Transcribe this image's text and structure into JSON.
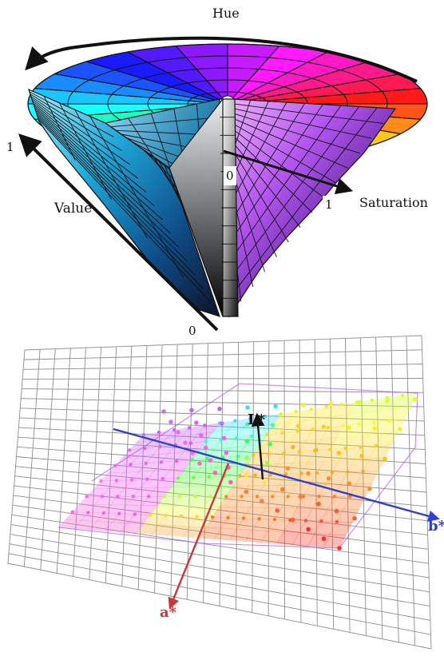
{
  "hsv_cone": {
    "hue_label": "Hue",
    "saturation_label": "Saturation",
    "value_label": "Value",
    "value_max_label": "1",
    "value_min_label": "0",
    "saturation_min_label": "0",
    "saturation_max_label": "1",
    "colors": {
      "outline": "#111111",
      "arrow": "#111111",
      "neutral_axis_dark": "#000000",
      "neutral_axis_light": "#f2f2f2",
      "cutaway_left_top": "#99d8f0",
      "cutaway_left_bottom": "#112d55",
      "cutaway_right_top": "#ffffff",
      "cutaway_right_bottom": "#181818",
      "purple_face_top": "#d26bf4",
      "purple_face_bottom": "#23103b"
    },
    "icon_names": [
      "hue-arrow-icon",
      "value-arrow-icon",
      "saturation-arrow-icon"
    ]
  },
  "lab_plot": {
    "axis_labels": {
      "L": "L*",
      "a": "a*",
      "b": "b*"
    },
    "colors": {
      "grid": "#8d8d8d",
      "blue_axis": "#2f41c8",
      "red_axis": "#c53a3a",
      "black_axis": "#111111",
      "mesh_magenta": "#ff41e1",
      "mesh_cyan": "#31f5ff",
      "mesh_yellow": "#fff03d",
      "mesh_red": "#ef2727",
      "mesh_green": "#68e846",
      "mesh_blue": "#3d57ff"
    }
  }
}
